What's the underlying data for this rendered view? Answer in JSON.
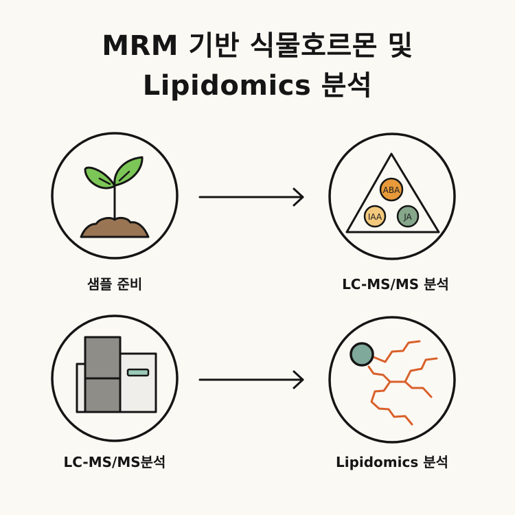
{
  "title": {
    "line1": "MRM 기반 식물호르몬 및",
    "line2": "Lipidomics 분석"
  },
  "nodes": [
    {
      "id": "sample-prep",
      "label": "샘플 준비",
      "icon": "seedling-icon"
    },
    {
      "id": "lcmsms-hormone",
      "label": "LC-MS/MS 분석",
      "icon": "hormone-triangle-icon",
      "hormones": [
        "ABA",
        "IAA",
        "JA"
      ]
    },
    {
      "id": "lcmsms-instrument",
      "label": "LC-MS/MS분석",
      "icon": "lc-ms-instrument-icon"
    },
    {
      "id": "lipidomics",
      "label": "Lipidomics 분석",
      "icon": "lipid-molecule-icon"
    }
  ],
  "edges": [
    {
      "from": "sample-prep",
      "to": "lcmsms-hormone",
      "icon": "arrow-right-icon"
    },
    {
      "from": "lcmsms-instrument",
      "to": "lipidomics",
      "icon": "arrow-right-icon"
    }
  ],
  "colors": {
    "background": "#fbf9f4",
    "stroke": "#151515",
    "leaf": "#7cc657",
    "soil": "#9a7553",
    "aba": "#e89a3a",
    "iaa": "#f3c97d",
    "ja": "#86a78a",
    "instrument_dark": "#8f8d87",
    "instrument_light": "#efeeea",
    "display": "#9cc9b8",
    "lipid_head": "#7fa99b",
    "lipid_chain": "#d9602a"
  }
}
